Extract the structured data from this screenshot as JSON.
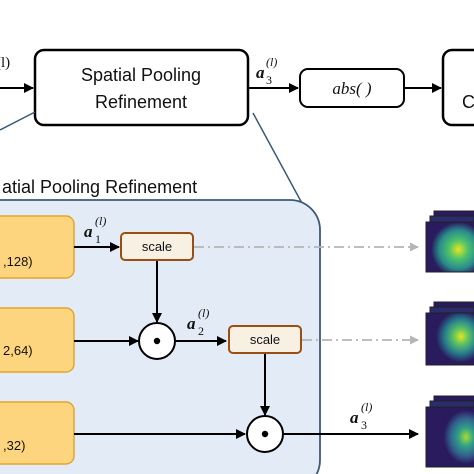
{
  "top": {
    "input_superscript": "(l)",
    "spr_label_line1": "Spatial Pooling",
    "spr_label_line2": "Refinement",
    "a3_symbol": "a",
    "a3_subscript": "3",
    "a3_superscript": "(l)",
    "abs_label": "abs( )",
    "right_box_char": "C"
  },
  "detail": {
    "title": "atial Pooling Refinement",
    "branches": [
      {
        "label": ",128)"
      },
      {
        "label": "2,64)"
      },
      {
        "label": ",32)"
      }
    ],
    "a1": {
      "symbol": "a",
      "subscript": "1",
      "superscript": "(l)"
    },
    "a2": {
      "symbol": "a",
      "subscript": "2",
      "superscript": "(l)"
    },
    "a3": {
      "symbol": "a",
      "subscript": "3",
      "superscript": "(l)"
    },
    "scale_label_1": "scale",
    "scale_label_2": "scale",
    "dot_symbol": "⊙"
  },
  "colors": {
    "panel_fill": "#e3ecf6",
    "panel_stroke": "#3b5a78",
    "branch_fill": "#fdd57e",
    "branch_stroke": "#e6a52a",
    "scale_fill": "#f7f0e3",
    "scale_stroke": "#9a4e12",
    "dashed_arrow": "#b5b5b5",
    "heatmap_dark": "#2a1a5e",
    "heatmap_mid": "#2a8c8c",
    "heatmap_bright": "#e7e51d"
  }
}
